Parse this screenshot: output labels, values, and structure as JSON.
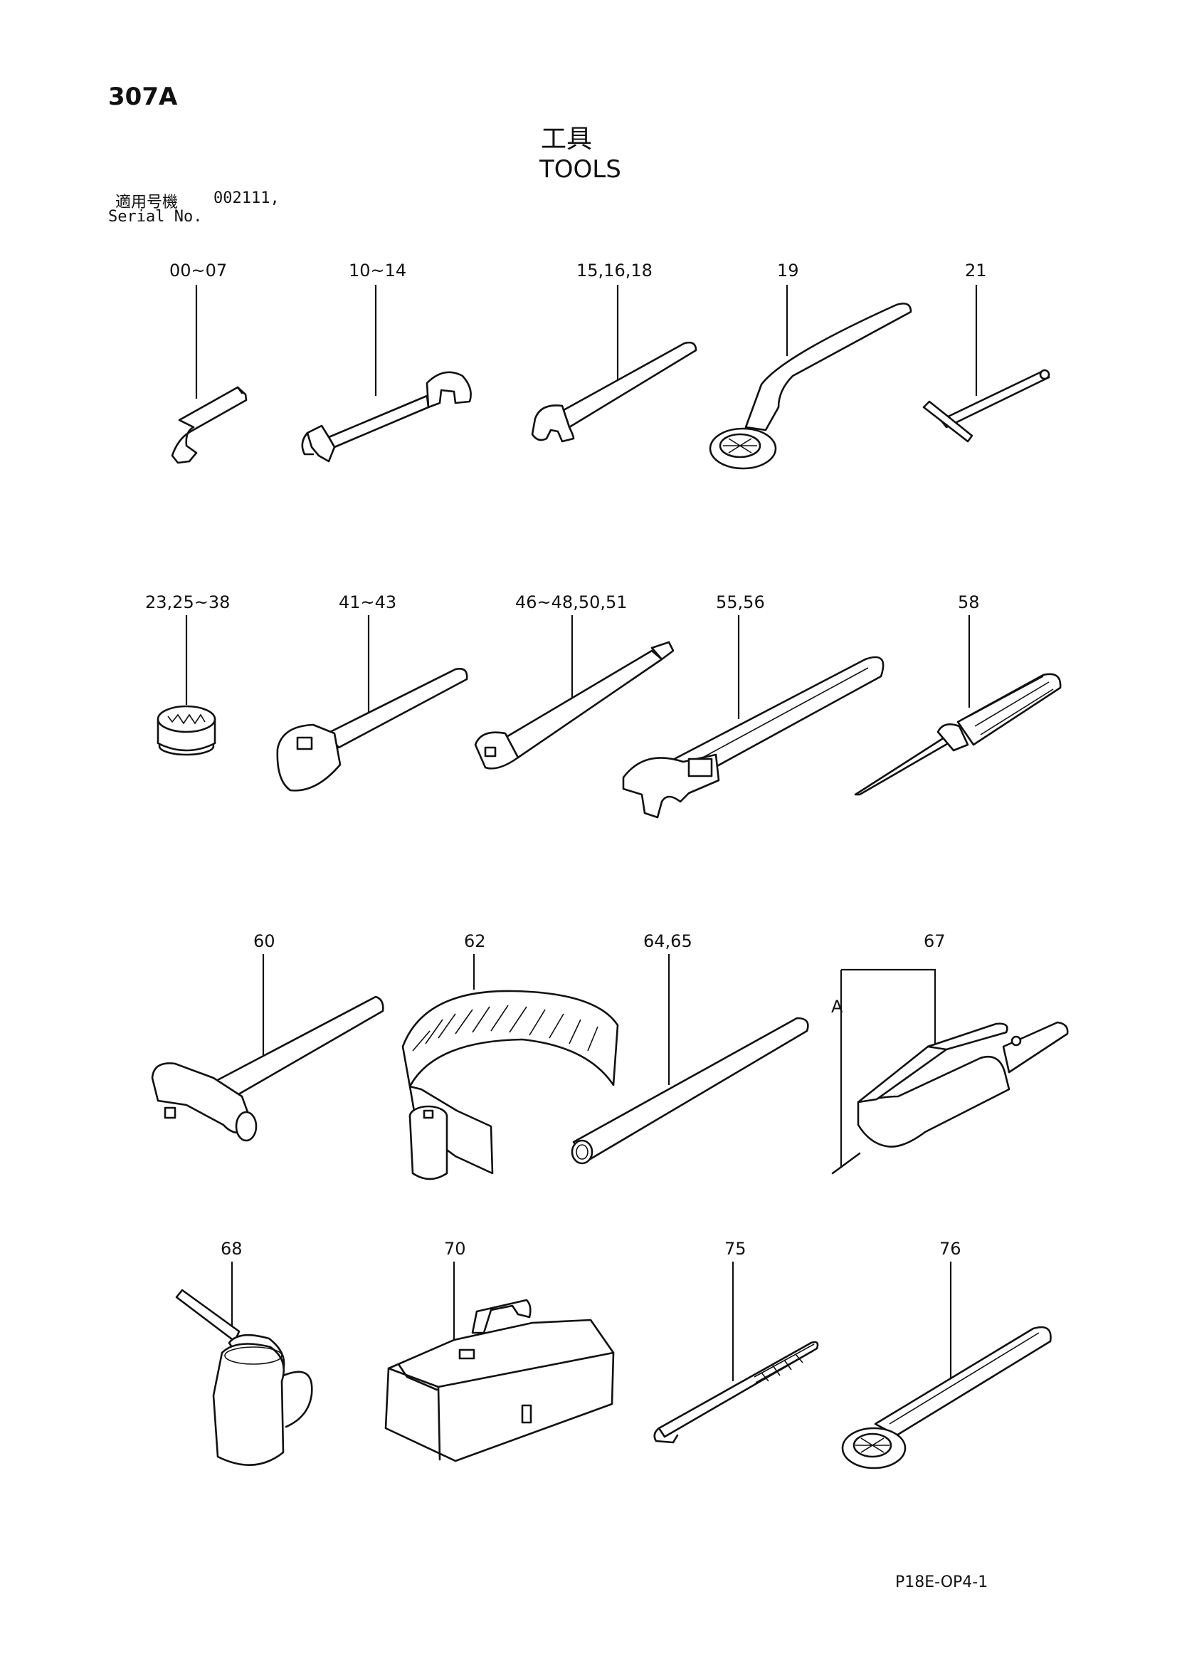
{
  "header": {
    "page_code": "307A",
    "title_jp": "工具",
    "title_en": "TOOLS",
    "serial_label_jp": "適用号機",
    "serial_value": "002111,",
    "serial_label_en": "Serial No."
  },
  "callouts": {
    "c_00_07": "00~07",
    "c_10_14": "10~14",
    "c_15_16_18": "15,16,18",
    "c_19": "19",
    "c_21": "21",
    "c_23_25_38": "23,25~38",
    "c_41_43": "41~43",
    "c_46_48_50_51": "46~48,50,51",
    "c_55_56": "55,56",
    "c_58": "58",
    "c_60": "60",
    "c_62": "62",
    "c_64_65": "64,65",
    "c_67": "67",
    "c_A": "A",
    "c_68": "68",
    "c_70": "70",
    "c_75": "75",
    "c_76": "76"
  },
  "footer": {
    "doc_code": "P18E-OP4-1"
  }
}
